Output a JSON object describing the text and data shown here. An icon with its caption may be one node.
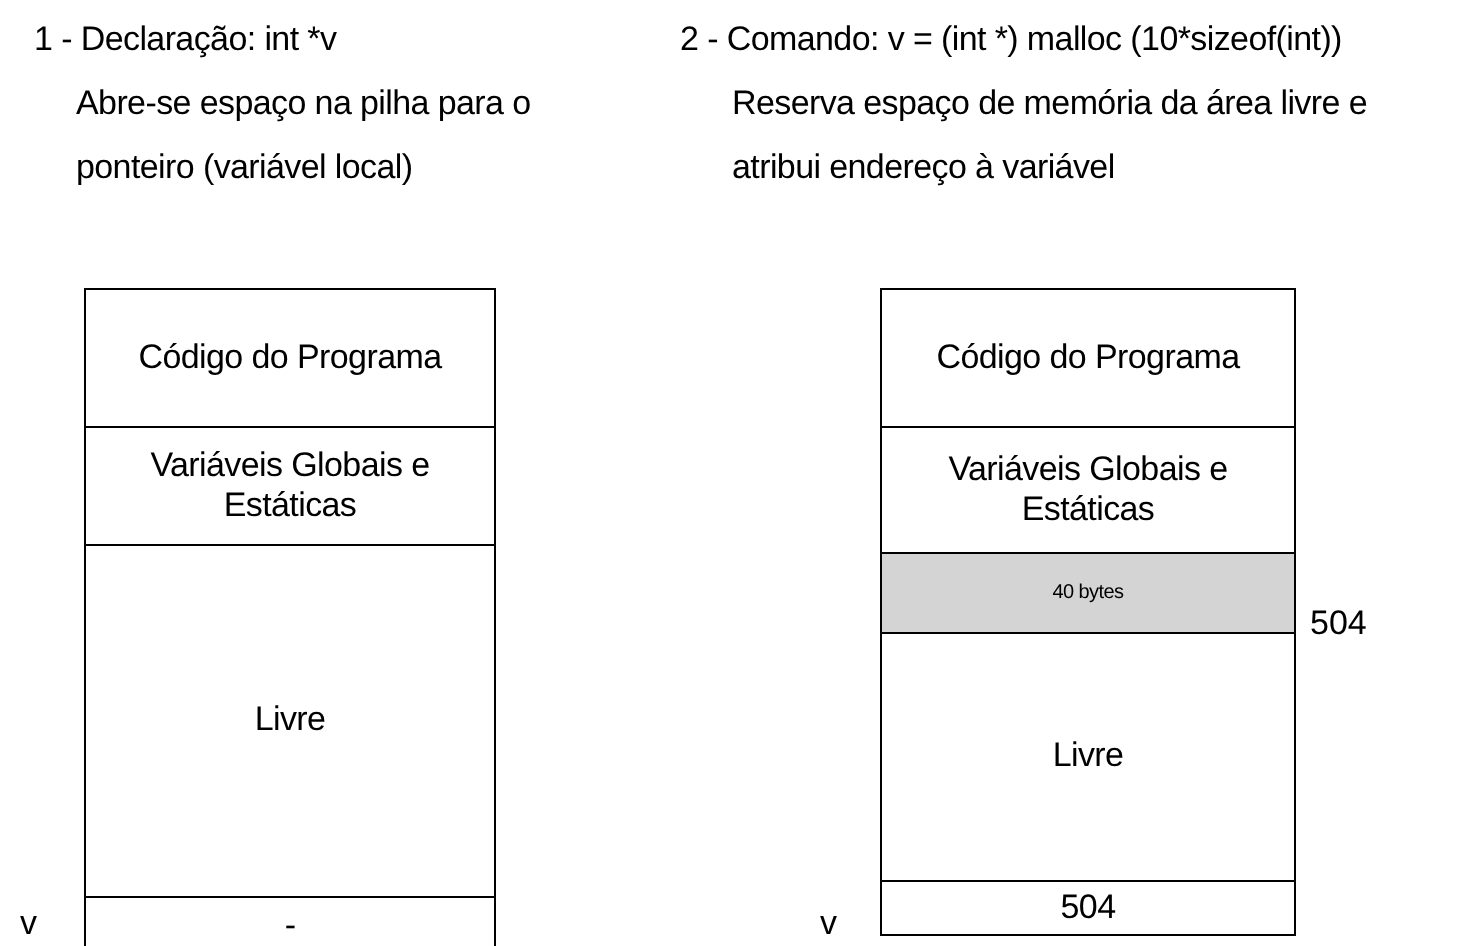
{
  "diagram": {
    "nodes": [
      {
        "text": [
          "Código do Programa"
        ]
      },
      {
        "text": [
          "Variáveis Globais e Estáticas"
        ]
      },
      {
        "text": [
          "Livre"
        ]
      },
      {
        "text": [
          "-"
        ],
        "beside": [
          "v"
        ]
      },
      {
        "text": [
          "Código do Programa"
        ]
      },
      {
        "text": [
          "Variáveis Globais e Estáticas"
        ]
      },
      {
        "text": [
          "40 bytes"
        ],
        "beside": [
          "504"
        ]
      },
      {
        "text": [
          "Livre"
        ]
      },
      {
        "text": [
          "504"
        ],
        "beside": [
          "v"
        ]
      }
    ],
    "edges": [],
    "labels": [
      "1 - Declaração: int *v",
      "Abre-se espaço na pilha para o ponteiro (variável local)",
      "2 - Comando: v = (int *) malloc (10*sizeof(int))",
      "Reserva espaço de memória da área livre e atribui endereço à variável"
    ]
  }
}
